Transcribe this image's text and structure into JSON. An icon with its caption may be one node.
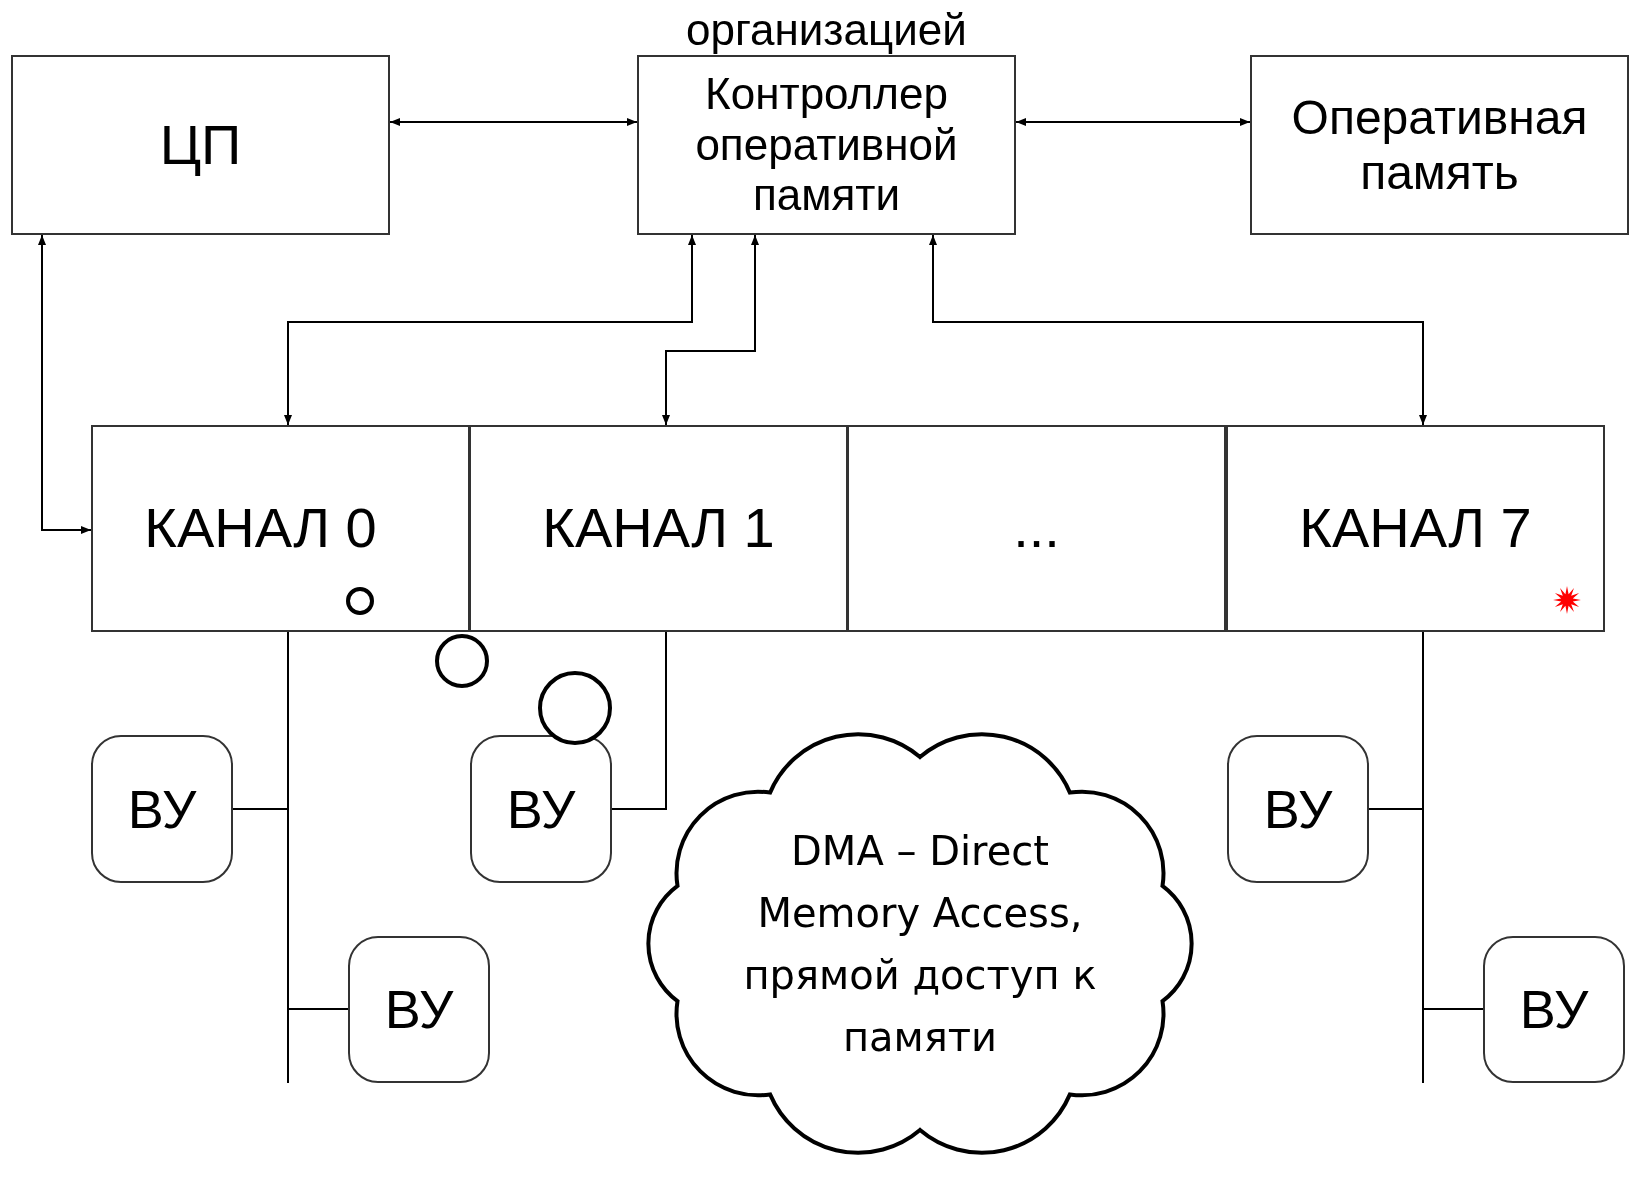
{
  "diagram": {
    "nodes": [
      {
        "text": [
          "ЦП"
        ]
      },
      {
        "text": [
          "Контроллер оперативной памяти"
        ],
        "beside": [
          "организацией"
        ]
      },
      {
        "text": [
          "Оперативная память"
        ]
      },
      {
        "text": [
          "КАНАЛ 0"
        ]
      },
      {
        "text": [
          "КАНАЛ 1"
        ]
      },
      {
        "text": [
          "..."
        ]
      },
      {
        "text": [
          "КАНАЛ 7"
        ]
      },
      {
        "text": [
          "ВУ"
        ]
      },
      {
        "text": [
          "ВУ"
        ]
      },
      {
        "text": [
          "ВУ"
        ]
      },
      {
        "text": [
          "DMA – Direct Memory Access, прямой доступ к памяти"
        ]
      },
      {
        "text": [
          "ВУ"
        ]
      },
      {
        "text": [
          "ВУ"
        ]
      }
    ],
    "edges": [
      {
        "from": 0,
        "to": 1,
        "arrow": "both"
      },
      {
        "from": 1,
        "to": 2,
        "arrow": "both"
      },
      {
        "from": 0,
        "to": 3,
        "arrow": "both"
      },
      {
        "from": 1,
        "to": 3,
        "arrow": "both"
      },
      {
        "from": 1,
        "to": 4,
        "arrow": "both"
      },
      {
        "from": 1,
        "to": 6,
        "arrow": "both"
      },
      {
        "from": 3,
        "to": 7,
        "arrow": "none"
      },
      {
        "from": 3,
        "to": 11,
        "arrow": "none"
      },
      {
        "from": 4,
        "to": 8,
        "arrow": "none"
      },
      {
        "from": 6,
        "to": 9,
        "arrow": "none"
      },
      {
        "from": 6,
        "to": 12,
        "arrow": "none"
      }
    ]
  }
}
